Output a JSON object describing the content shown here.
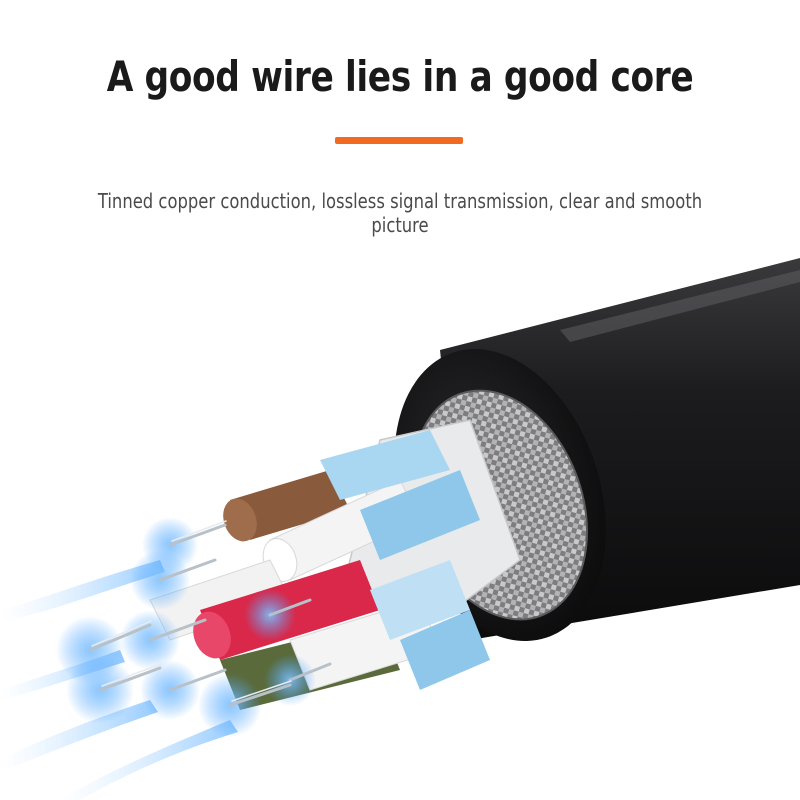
{
  "header": {
    "title": "A good wire lies in a good core",
    "subtitle": "Tinned copper conduction, lossless signal transmission, clear and smooth picture"
  },
  "colors": {
    "accent": "#f06a24",
    "title": "#1a1a1a",
    "subtitle": "#4a4a4a",
    "jacket": "#1c1c1e",
    "braid": "#9a9a9a",
    "glow": "#4aa3ff"
  },
  "illustration": {
    "subject": "cable-cross-section",
    "wire_colors": [
      "#8a5a3c",
      "#f2f2f2",
      "#d9284a",
      "#5a6a3a",
      "#a9d6f0",
      "#ffffff"
    ]
  }
}
